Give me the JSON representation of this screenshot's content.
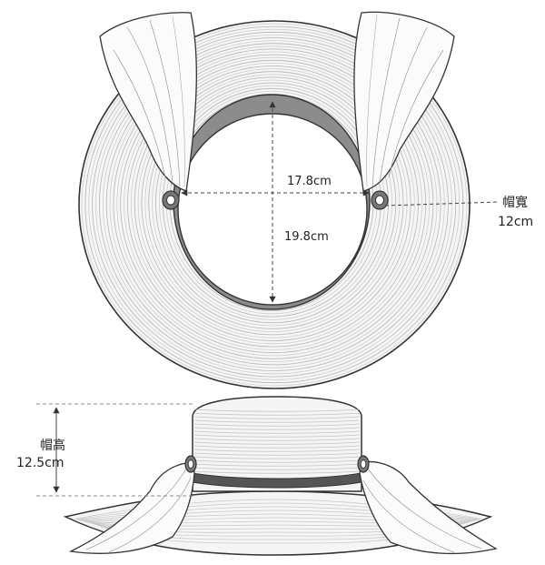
{
  "top_view": {
    "inner_width_label": "17.8cm",
    "inner_length_label": "19.8cm",
    "brim_label_title": "帽寬",
    "brim_label_value": "12cm"
  },
  "side_view": {
    "height_label_title": "帽高",
    "height_label_value": "12.5cm"
  },
  "colors": {
    "line": "#333333",
    "straw": "#f4f4f4",
    "band": "#555555",
    "inner_band": "#8c8c8c",
    "dash": "#444444"
  }
}
